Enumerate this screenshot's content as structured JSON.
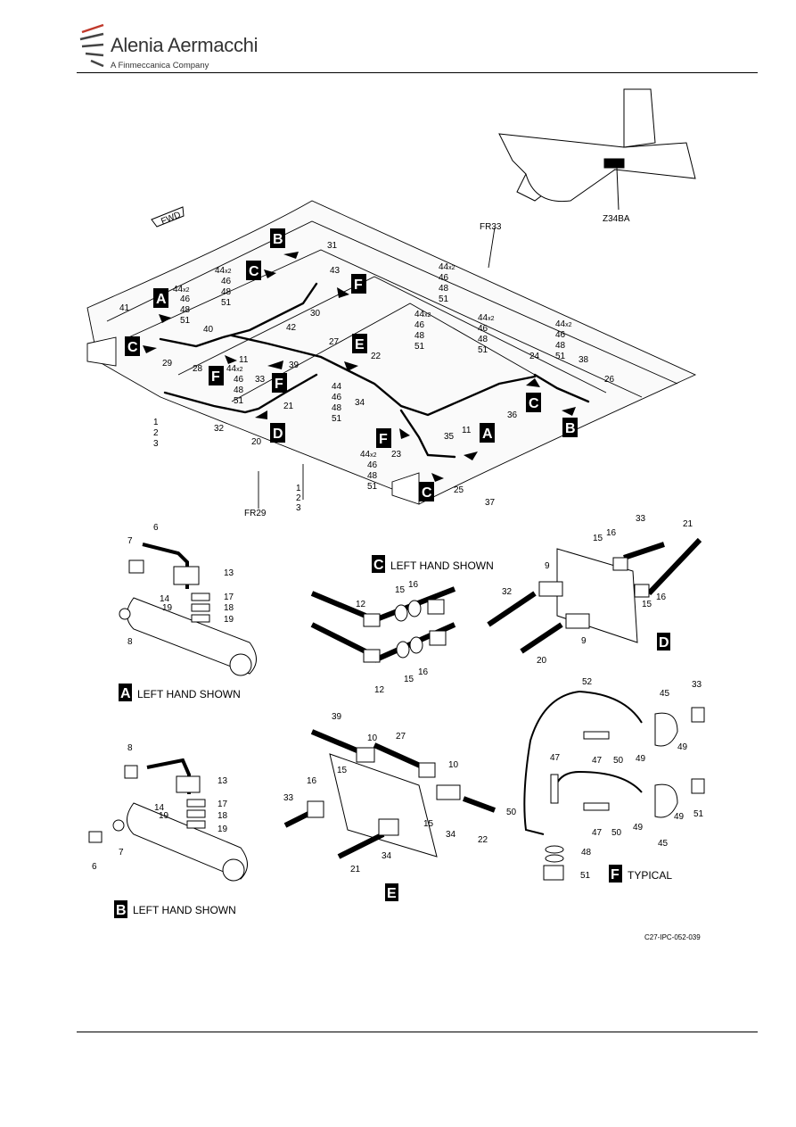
{
  "header": {
    "brand_name": "Alenia Aermacchi",
    "brand_subtitle": "A Finmeccanica Company"
  },
  "overview": {
    "fwd_label": "FWD",
    "zone_label": "Z34BA",
    "frame_top": "FR33",
    "frame_bottom": "FR29",
    "callouts": [
      "A",
      "B",
      "C",
      "D",
      "E",
      "F"
    ],
    "item_numbers": [
      "1",
      "2",
      "3",
      "11",
      "20",
      "21",
      "22",
      "23",
      "24",
      "25",
      "26",
      "27",
      "28",
      "29",
      "30",
      "31",
      "32",
      "33",
      "34",
      "35",
      "36",
      "37",
      "38",
      "39",
      "40",
      "41",
      "42",
      "43",
      "44x2",
      "46",
      "48",
      "51"
    ]
  },
  "details": {
    "A": {
      "caption": "LEFT HAND SHOWN",
      "items": [
        "6",
        "7",
        "8",
        "13",
        "14",
        "17",
        "18",
        "19",
        "19"
      ]
    },
    "B": {
      "caption": "LEFT HAND SHOWN",
      "items": [
        "6",
        "7",
        "8",
        "13",
        "14",
        "17",
        "18",
        "19",
        "19"
      ]
    },
    "C": {
      "caption": "LEFT HAND SHOWN",
      "items": [
        "12",
        "15",
        "16",
        "12",
        "15",
        "16"
      ]
    },
    "D": {
      "caption": "",
      "items": [
        "9",
        "9",
        "15",
        "16",
        "15",
        "16",
        "20",
        "21",
        "32",
        "33"
      ]
    },
    "E": {
      "caption": "",
      "items": [
        "10",
        "10",
        "15",
        "15",
        "16",
        "21",
        "22",
        "27",
        "33",
        "34",
        "34",
        "39"
      ]
    },
    "F": {
      "caption": "TYPICAL",
      "items": [
        "33",
        "45",
        "45",
        "47",
        "47",
        "47",
        "48",
        "49",
        "49",
        "49",
        "50",
        "50",
        "50",
        "51",
        "51",
        "52"
      ]
    }
  },
  "figure_id": "C27-IPC-052-039"
}
